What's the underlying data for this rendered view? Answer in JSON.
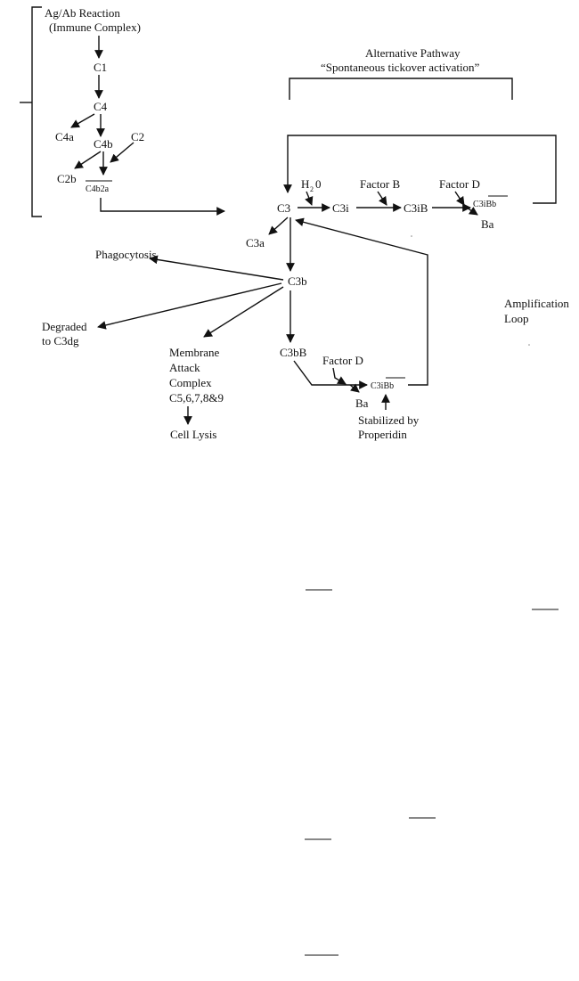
{
  "classical_pathway": {
    "trigger_line1": "Ag/Ab Reaction",
    "trigger_line2": "(Immune Complex)",
    "c1": "C1",
    "c4": "C4",
    "c4a": "C4a",
    "c4b": "C4b",
    "c2": "C2",
    "c2b": "C2b",
    "c4b2a": "C4b2a"
  },
  "alternative_pathway": {
    "title": "Alternative Pathway",
    "subtitle": "“Spontaneous tickover activation”",
    "c3": "C3",
    "h2o_h": "H",
    "h2o_sub": "2",
    "h2o_o": "0",
    "c3i": "C3i",
    "factor_b": "Factor B",
    "c3ib": "C3iB",
    "factor_d": "Factor D",
    "c3ibb": "C3iBb",
    "ba": "Ba"
  },
  "c3_products": {
    "c3a": "C3a",
    "phagocytosis": "Phagocytosis",
    "c3b": "C3b",
    "degraded_line1": "Degraded",
    "degraded_line2": "to C3dg",
    "mac_line1": "Membrane",
    "mac_line2": "Attack",
    "mac_line3": "Complex",
    "mac_line4": "C5,6,7,8&9",
    "cell_lysis": "Cell Lysis"
  },
  "amplification": {
    "c3bb": "C3bB",
    "factor_d": "Factor D",
    "c3ibb": "C3iBb",
    "ba": "Ba",
    "stabilized_line1": "Stabilized by",
    "stabilized_line2": "Properidin",
    "loop_line1": "Amplification",
    "loop_line2": "Loop"
  }
}
